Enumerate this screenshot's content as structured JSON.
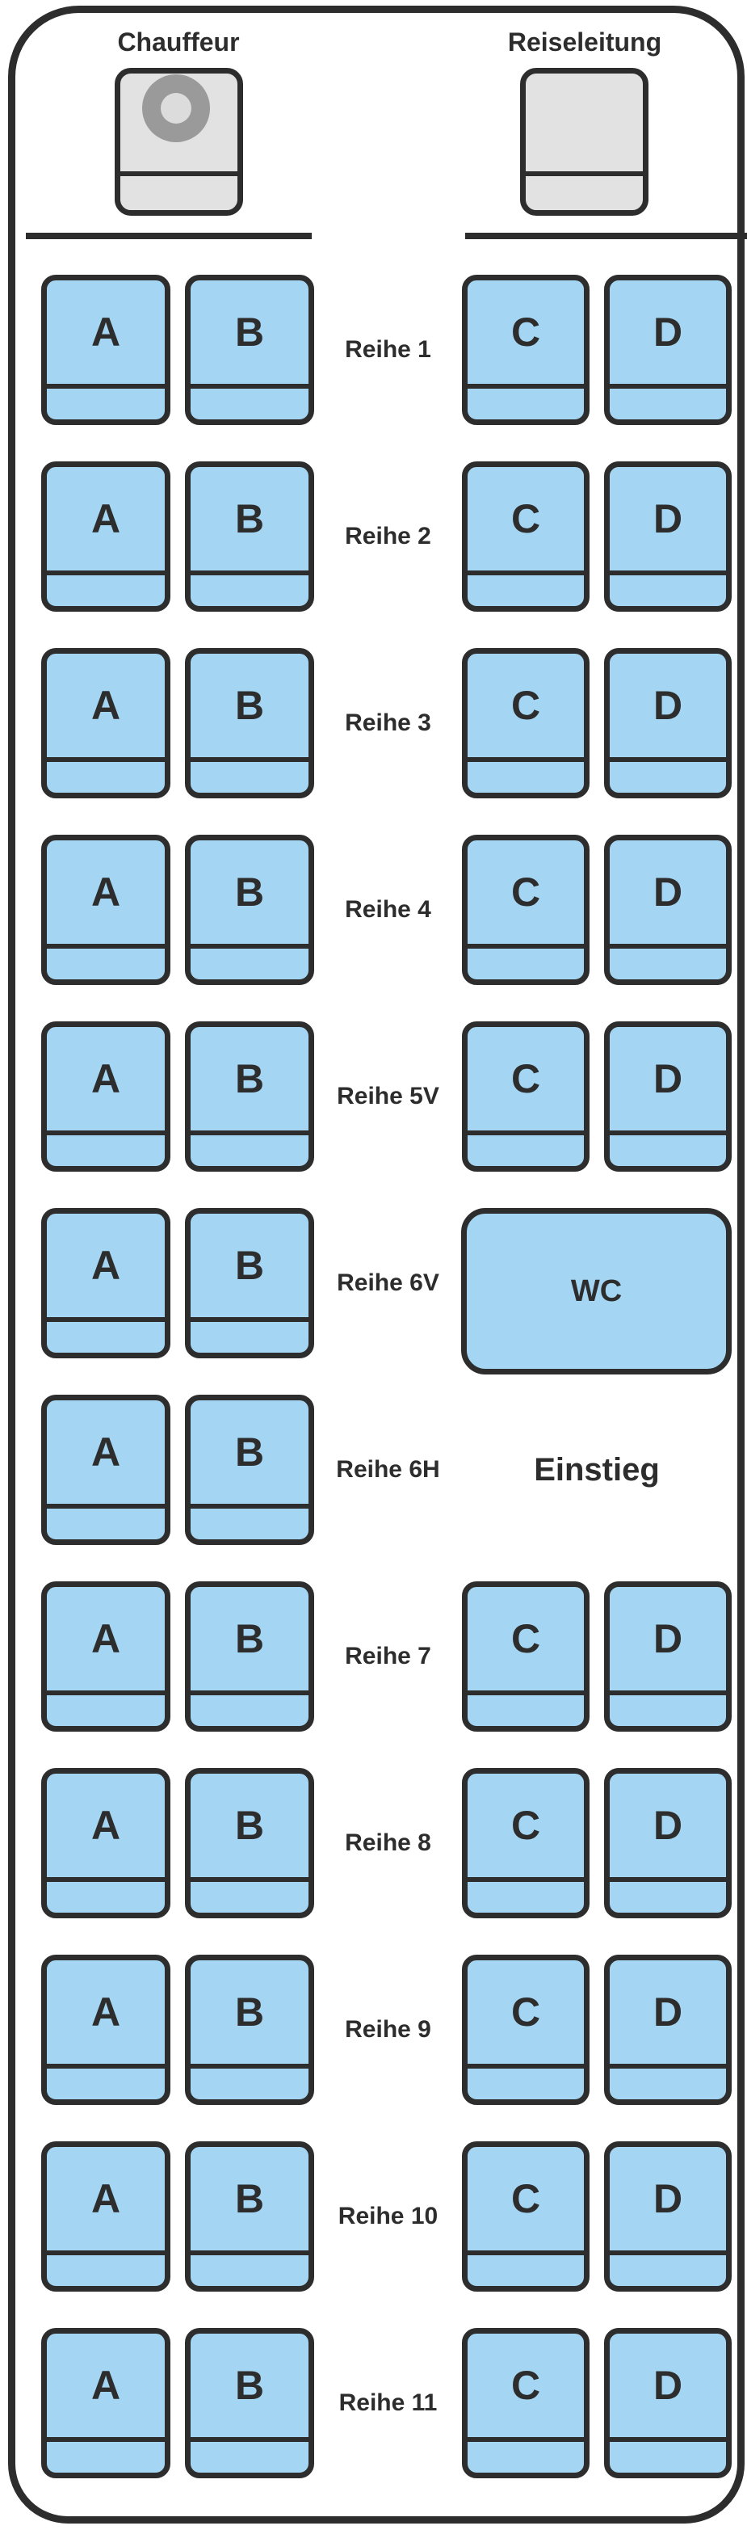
{
  "diagram": {
    "front": {
      "driver_label": "Chauffeur",
      "driver_seat_icon": "steering-wheel-icon",
      "guide_label": "Reiseleitung"
    },
    "rows": [
      {
        "label": "Reihe 1",
        "left": [
          "A",
          "B"
        ],
        "right": [
          "C",
          "D"
        ]
      },
      {
        "label": "Reihe 2",
        "left": [
          "A",
          "B"
        ],
        "right": [
          "C",
          "D"
        ]
      },
      {
        "label": "Reihe 3",
        "left": [
          "A",
          "B"
        ],
        "right": [
          "C",
          "D"
        ]
      },
      {
        "label": "Reihe 4",
        "left": [
          "A",
          "B"
        ],
        "right": [
          "C",
          "D"
        ]
      },
      {
        "label": "Reihe 5V",
        "left": [
          "A",
          "B"
        ],
        "right": [
          "C",
          "D"
        ]
      },
      {
        "label": "Reihe 6V",
        "left": [
          "A",
          "B"
        ],
        "right": "wc",
        "wc_label": "WC"
      },
      {
        "label": "Reihe 6H",
        "left": [
          "A",
          "B"
        ],
        "right": "einstieg",
        "einstieg_label": "Einstieg"
      },
      {
        "label": "Reihe 7",
        "left": [
          "A",
          "B"
        ],
        "right": [
          "C",
          "D"
        ]
      },
      {
        "label": "Reihe 8",
        "left": [
          "A",
          "B"
        ],
        "right": [
          "C",
          "D"
        ]
      },
      {
        "label": "Reihe 9",
        "left": [
          "A",
          "B"
        ],
        "right": [
          "C",
          "D"
        ]
      },
      {
        "label": "Reihe 10",
        "left": [
          "A",
          "B"
        ],
        "right": [
          "C",
          "D"
        ]
      },
      {
        "label": "Reihe 11",
        "left": [
          "A",
          "B"
        ],
        "right": [
          "C",
          "D"
        ]
      }
    ],
    "colors": {
      "seat_fill": "#A4D6F3",
      "outline_ink": "#2D2D2D",
      "front_seat_fill": "#E2E2E2",
      "steering_wheel": "#9A9A9A"
    }
  }
}
